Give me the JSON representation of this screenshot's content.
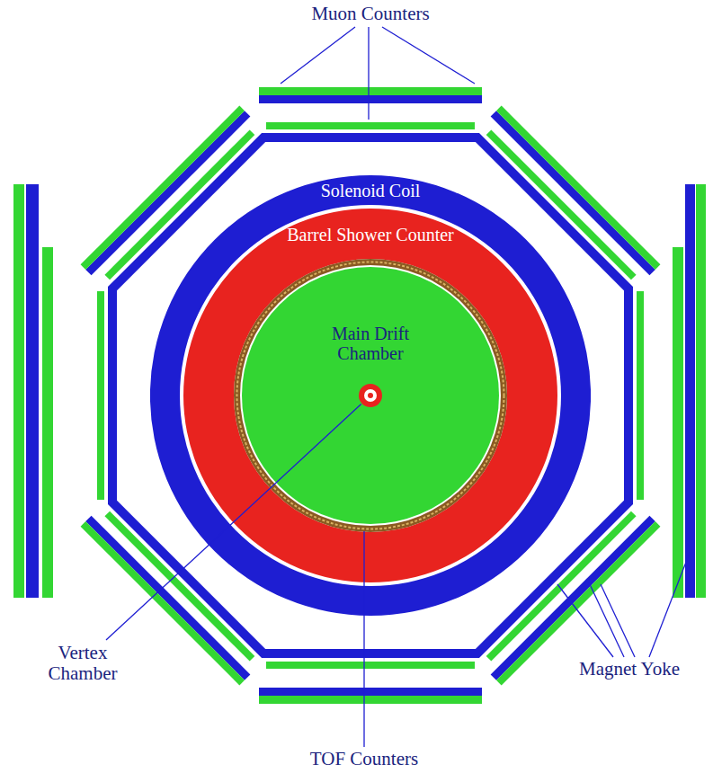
{
  "diagram": {
    "nodes": [
      {
        "text": [
          "Solenoid Coil"
        ]
      },
      {
        "text": [
          "Barrel Shower Counter"
        ],
        "in": 0
      },
      {
        "text": [
          "Main Drift Chamber"
        ],
        "in": 1
      }
    ],
    "labels": [
      "Muon Counters",
      "Vertex Chamber",
      "TOF Counters",
      "Magnet Yoke"
    ]
  }
}
